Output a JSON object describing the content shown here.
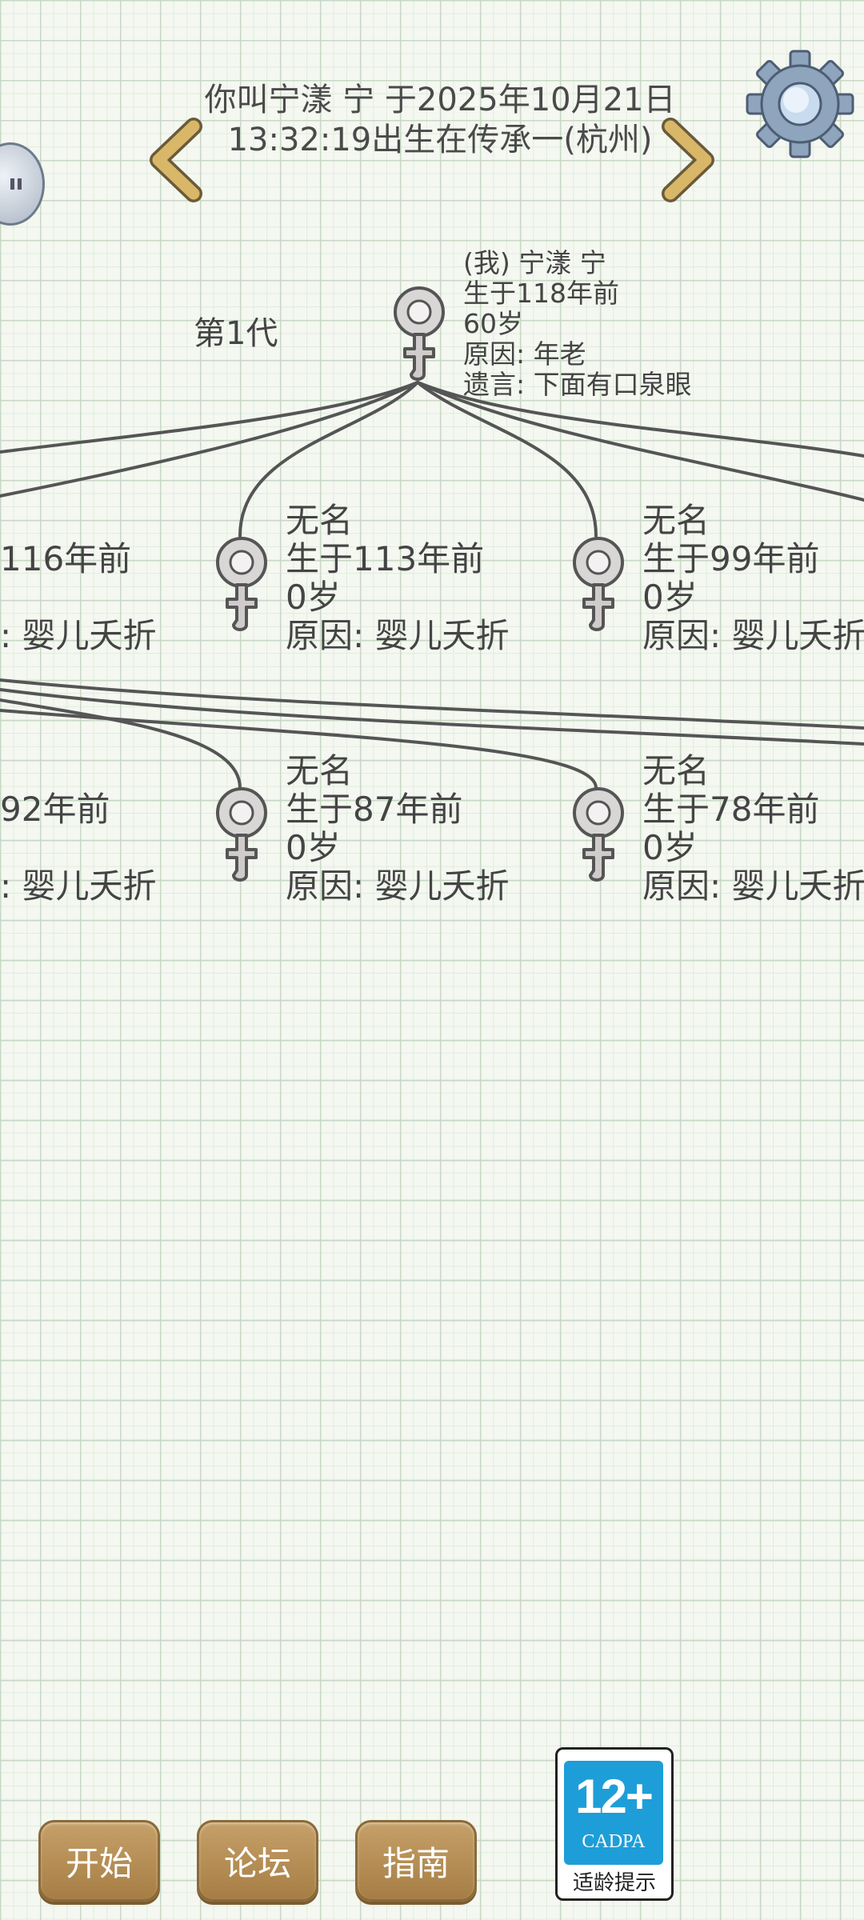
{
  "header": {
    "line1": "你叫宁漾 宁 于2025年10月21日",
    "line2": "13:32:19出生在传承一(杭州)"
  },
  "generation_label": "第1代",
  "root": {
    "name": "(我) 宁漾 宁",
    "born": "生于118年前",
    "age": "60岁",
    "cause": "原因: 年老",
    "will": "遗言: 下面有口泉眼"
  },
  "row1": [
    {
      "born": "116年前",
      "cause": ": 婴儿夭折"
    },
    {
      "name": "无名",
      "born": "生于113年前",
      "age": "0岁",
      "cause": "原因: 婴儿夭折"
    },
    {
      "name": "无名",
      "born": "生于99年前",
      "age": "0岁",
      "cause": "原因: 婴儿夭折"
    }
  ],
  "row2": [
    {
      "born": "92年前",
      "cause": ": 婴儿夭折"
    },
    {
      "name": "无名",
      "born": "生于87年前",
      "age": "0岁",
      "cause": "原因: 婴儿夭折"
    },
    {
      "name": "无名",
      "born": "生于78年前",
      "age": "0岁",
      "cause": "原因: 婴儿夭折"
    }
  ],
  "buttons": {
    "start": "开始",
    "forum": "论坛",
    "guide": "指南"
  },
  "age_rating": {
    "age": "12+",
    "org": "CADPA",
    "tip": "适龄提示",
    "color": "#1e9ed8"
  },
  "icons": {
    "prev": "chevron-left-icon",
    "next": "chevron-right-icon",
    "settings": "gear-icon",
    "person": "female-symbol-icon"
  }
}
